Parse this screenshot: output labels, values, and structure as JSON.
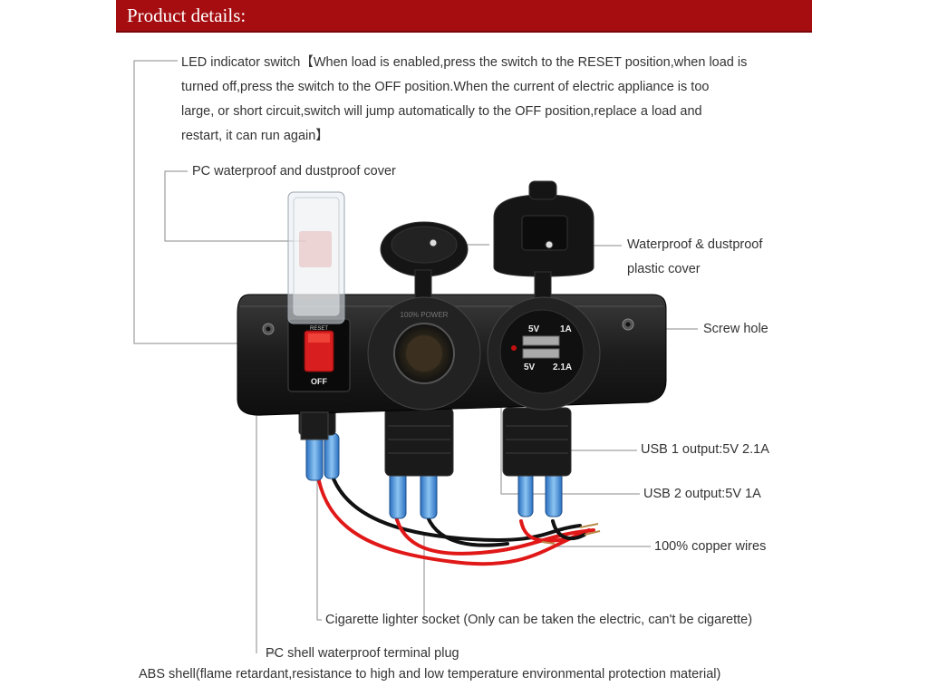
{
  "header": {
    "title": "Product details:"
  },
  "led_switch_description": {
    "lines": [
      "LED indicator switch【When load is enabled,press the switch to the RESET position,when load is",
      "turned off,press the switch to the OFF position.When the current of electric appliance is too",
      "large, or short circuit,switch will jump automatically to the OFF position,replace a load and",
      "restart, it can run again】"
    ]
  },
  "callouts": {
    "pc_cover": "PC waterproof and dustproof cover",
    "waterproof_cover_line1": "Waterproof & dustproof",
    "waterproof_cover_line2": "plastic cover",
    "screw_hole": "Screw hole",
    "usb1": "USB 1 output:5V 2.1A",
    "usb2": "USB 2 output:5V 1A",
    "copper_wires": "100% copper wires",
    "cigarette_socket": "Cigarette lighter socket (Only can be taken the electric, can't be cigarette)",
    "terminal_plug": "PC shell waterproof terminal plug",
    "abs_shell": "ABS shell(flame retardant,resistance to high and low temperature environmental protection material)"
  },
  "product_labels": {
    "reset": "RESET",
    "off": "OFF",
    "lighter_rim": "100% POWER",
    "usb_top_volt": "5V",
    "usb_top_amp": "1A",
    "usb_bottom_volt": "5V",
    "usb_bottom_amp": "2.1A"
  },
  "colors": {
    "header_red": "#a50d10",
    "panel_black": "#1c1c1c",
    "switch_red": "#d81e1e",
    "wire_red": "#e01818",
    "terminal_blue": "#4a90d9"
  }
}
